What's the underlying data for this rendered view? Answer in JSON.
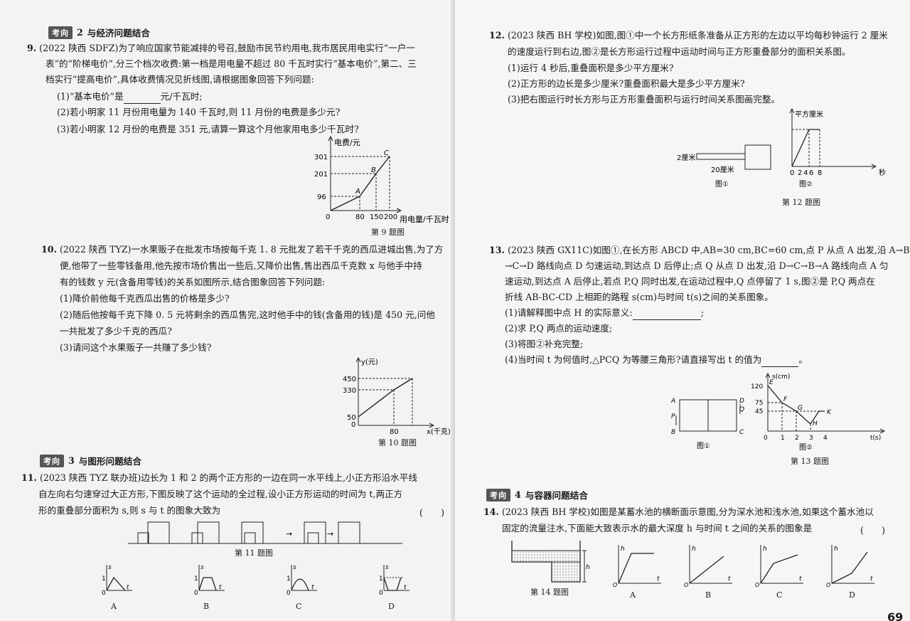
{
  "left": {
    "sec2": {
      "tag": "考向",
      "num": "2",
      "title": "与经济问题结合"
    },
    "q9": {
      "num": "9.",
      "line1": "(2022 陕西 SDFZ)为了响应国家节能减排的号召,鼓励市民节约用电,我市居民用电实行“一户一",
      "line2": "表”的“阶梯电价”,分三个档次收费:第一档是用电量不超过 80 千瓦时实行“基本电价”,第二、三",
      "line3": "档实行“提高电价”,具体收费情况见折线图,请根据图象回答下列问题:",
      "s1a": "(1)“基本电价”是",
      "s1b": "元/千瓦时;",
      "s2": "(2)若小明家 11 月份用电量为 140 千瓦时,则 11 月份的电费是多少元?",
      "s3": "(3)若小明家 12 月份的电费是 351 元,请算一算这个月他家用电多少千瓦时?",
      "fig": {
        "ylabel": "电费/元",
        "xlabel": "用电量/千瓦时",
        "y1": "301",
        "y2": "201",
        "y3": "96",
        "o": "0",
        "x1": "80",
        "x2": "150",
        "x3": "200",
        "A": "A",
        "B": "B",
        "C": "C"
      },
      "caption": "第 9 题图"
    },
    "q10": {
      "num": "10.",
      "line1": "(2022 陕西 TYZ)一水果贩子在批发市场按每千克 1. 8 元批发了若干千克的西瓜进城出售,为了方",
      "line2": "便,他带了一些零钱备用,他先按市场价售出一些后,又降价出售,售出西瓜千克数 x 与他手中持",
      "line3": "有的钱数 y 元(含备用零钱)的关系如图所示,结合图象回答下列问题:",
      "s1": "(1)降价前他每千克西瓜出售的价格是多少?",
      "s2a": "(2)随后他按每千克下降 0. 5 元将剩余的西瓜售完,这时他手中的钱(含备用的钱)是 450 元,问他",
      "s2b": "一共批发了多少千克的西瓜?",
      "s3": "(3)请问这个水果贩子一共赚了多少钱?",
      "fig": {
        "ylabel": "y(元)",
        "xlabel": "x(千克)",
        "y1": "450",
        "y2": "330",
        "y3": "50",
        "o": "0",
        "x1": "80"
      },
      "caption": "第 10 题图"
    },
    "sec3": {
      "tag": "考向",
      "num": "3",
      "title": "与图形问题结合"
    },
    "q11": {
      "num": "11.",
      "line1": "(2023 陕西 TYZ 联办班)边长为 1 和 2 的两个正方形的一边在同一水平线上,小正方形沿水平线",
      "line2": "自左向右匀速穿过大正方形,下图反映了这个运动的全过程,设小正方形运动的时间为 t,两正方",
      "line3": "形的重叠部分面积为 s,则 s 与 t 的图象大致为",
      "paren": "(　　)",
      "caption": "第 11 题图",
      "arrow": "→",
      "options": [
        "A",
        "B",
        "C",
        "D"
      ],
      "axis_s": "s",
      "axis_t": "t",
      "one": "1",
      "zero": "0"
    }
  },
  "right": {
    "q12": {
      "num": "12.",
      "line1": "(2023 陕西 BH 学校)如图,图①中一个长方形纸条准备从正方形的左边以平均每秒钟运行 2 厘米",
      "line2": "的速度运行到右边,图②是长方形运行过程中运动时间与正方形重叠部分的面积关系图。",
      "s1": "(1)运行 4 秒后,重叠面积是多少平方厘米?",
      "s2": "(2)正方形的边长是多少厘米?重叠面积最大是多少平方厘米?",
      "s3": "(3)把右图运行时长方形与正方形重叠面积与运行时间关系图画完整。",
      "fig1": {
        "w": "2厘米",
        "len": "20厘米",
        "label": "图①"
      },
      "fig2": {
        "ylabel": "平方厘米",
        "xlabel": "秒",
        "ticks": [
          "0",
          "2",
          "4",
          "6",
          "8"
        ],
        "label": "图②"
      },
      "caption": "第 12 题图"
    },
    "q13": {
      "num": "13.",
      "line1": "(2023 陕西 GX11C)如图①,在长方形 ABCD 中,AB=30 cm,BC=60 cm,点 P 从点 A 出发,沿 A→B",
      "line2": "→C→D 路线向点 D 匀速运动,到达点 D 后停止;点 Q 从点 D 出发,沿 D→C→B→A 路线向点 A 匀",
      "line3": "速运动,到达点 A 后停止,若点 P,Q 同时出发,在运动过程中,Q 点停留了 1 s,图②是 P,Q 两点在",
      "line4": "折线 AB-BC-CD 上相距的路程 s(cm)与时间 t(s)之间的关系图象。",
      "s1a": "(1)请解释图中点 H 的实际意义:",
      "s1b": ";",
      "s2": "(2)求 P,Q 两点的运动速度;",
      "s3": "(3)将图②补充完整;",
      "s4a": "(4)当时间 t 为何值时,△PCQ 为等腰三角形?请直接写出 t 的值为",
      "s4b": "。",
      "fig1": {
        "A": "A",
        "B": "B",
        "C": "C",
        "D": "D",
        "P": "P",
        "Q": "Q",
        "label": "图①"
      },
      "fig2": {
        "ylabel": "s(cm)",
        "xlabel": "t(s)",
        "y1": "120",
        "y2": "75",
        "y3": "45",
        "o": "0",
        "ticks": [
          "1",
          "2",
          "3",
          "4"
        ],
        "E": "E",
        "F": "F",
        "G": "G",
        "H": "H",
        "K": "K",
        "label": "图②"
      },
      "caption": "第 13 题图"
    },
    "sec4": {
      "tag": "考向",
      "num": "4",
      "title": "与容器问题结合"
    },
    "q14": {
      "num": "14.",
      "line1": "(2023 陕西 BH 学校)如图是某蓄水池的横断面示意图,分为深水池和浅水池,如果这个蓄水池以",
      "line2": "固定的流量注水,下面能大致表示水的最大深度 h 与时间 t 之间的关系的图象是",
      "paren": "(　　)",
      "caption": "第 14 题图",
      "h": "h",
      "t": "t",
      "o": "O",
      "options": [
        "A",
        "B",
        "C",
        "D"
      ]
    },
    "page_number": "69"
  }
}
